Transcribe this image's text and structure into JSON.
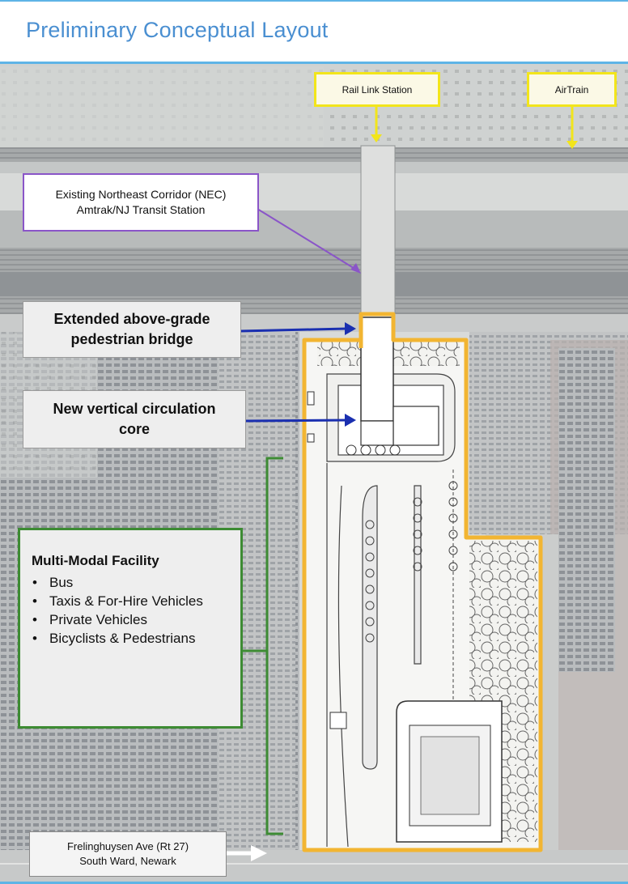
{
  "title": "Preliminary Conceptual Layout",
  "callouts": {
    "rail_link": "Rail Link Station",
    "airtrain": "AirTrain",
    "nec_line1": "Existing Northeast Corridor (NEC)",
    "nec_line2": "Amtrak/NJ Transit Station",
    "bridge_line1": "Extended above-grade",
    "bridge_line2": "pedestrian bridge",
    "core_line1": "New vertical circulation",
    "core_line2": "core",
    "road_line1": "Frelinghuysen Ave (Rt 27)",
    "road_line2": "South Ward, Newark"
  },
  "facility": {
    "heading": "Multi-Modal Facility",
    "items": [
      {
        "text": "Bus"
      },
      {
        "text": "Taxis & For-Hire Vehicles"
      },
      {
        "text": "Private Vehicles"
      },
      {
        "text": "Bicyclists & Pedestrians"
      }
    ]
  },
  "colors": {
    "accent_blue": "#4a8fd1",
    "site_outline": "#f2b532",
    "callout_yellow": "#f2e51b",
    "callout_purple": "#8a55c8",
    "arrow_blue": "#1a2fb0",
    "bracket_green": "#3d8b33"
  }
}
